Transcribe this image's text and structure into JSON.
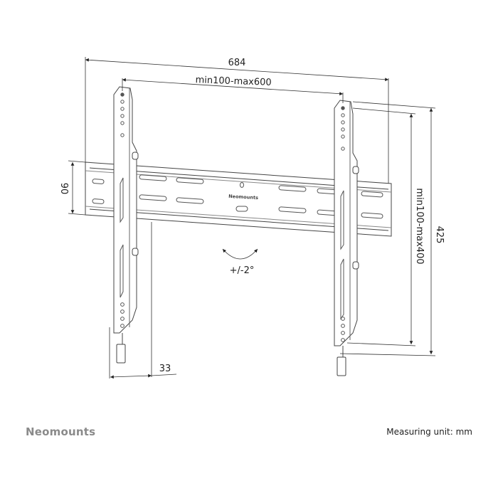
{
  "diagram": {
    "title": "Flat TV wall mount technical drawing",
    "brand_on_rail": "Neomounts",
    "dimensions": {
      "overall_width": "684",
      "vesa_horizontal": "min100-max600",
      "rail_height": "90",
      "vesa_vertical": "min100-max400",
      "overall_height": "425",
      "wall_distance": "33",
      "tilt": "+/-2°"
    }
  },
  "footer": {
    "brand": "Neomounts",
    "unit_label": "Measuring unit: mm"
  },
  "colors": {
    "line": "#333333",
    "brand_text": "#8a8a8a",
    "background": "#ffffff"
  }
}
